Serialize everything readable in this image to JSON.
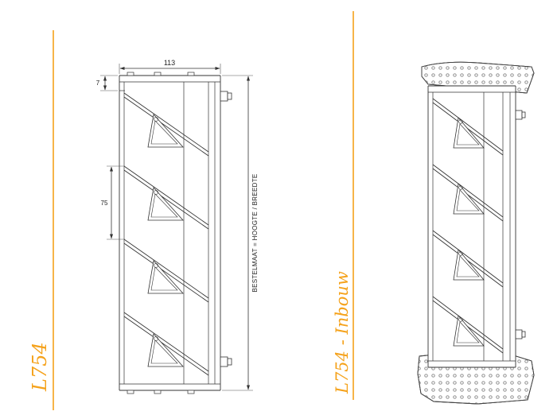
{
  "colors": {
    "accent": "#F5A21B",
    "line": "#333333",
    "paper": "#FFFFFF"
  },
  "left_figure": {
    "product_label": "L754",
    "dims": {
      "overall_width": "113",
      "flange_depth": "7",
      "blade_pitch": "75",
      "order_note": "BESTELMAAT = HOOGTE / BREEDTE"
    }
  },
  "right_figure": {
    "product_label": "L754 - Inbouw"
  }
}
